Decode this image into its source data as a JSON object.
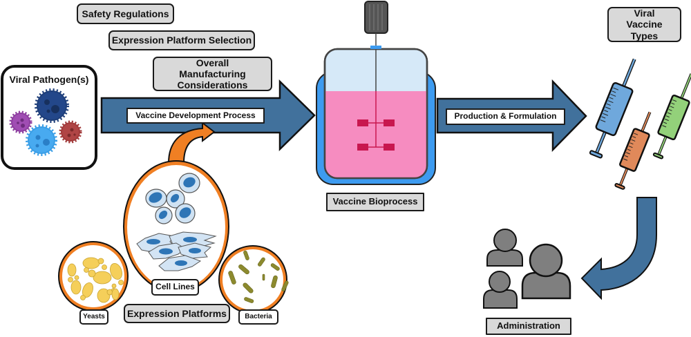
{
  "diagram": {
    "title_context": "Viral vaccine manufacturing workflow",
    "considerations": [
      "Safety Regulations",
      "Expression Platform Selection",
      "Overall Manufacturing Considerations"
    ],
    "pathogen_box": {
      "title": "Viral Pathogen(s)",
      "virus_colors": [
        "#1f3f7a",
        "#8e3fa0",
        "#3a9ee6",
        "#a23b3b"
      ]
    },
    "arrows": {
      "development": "Vaccine Development Process",
      "production": "Production & Formulation"
    },
    "bioprocess": {
      "label": "Vaccine Bioprocess"
    },
    "vaccine_types": {
      "label": "Viral Vaccine Types",
      "syringe_colors": [
        "#6fa8dc",
        "#e0895a",
        "#93d17a"
      ]
    },
    "expression_platforms": {
      "label": "Expression Platforms",
      "items": [
        "Yeasts",
        "Cell Lines",
        "Bacteria"
      ]
    },
    "administration": {
      "label": "Administration"
    },
    "colors": {
      "arrow_blue": "#41719c",
      "orange": "#f07f23",
      "label_grey": "#d9d9d9",
      "medium_pink": "#f68cc0",
      "headspace_blue": "#d6e9f8",
      "jacket_blue": "#3d9bf0",
      "impeller_red": "#c8174f",
      "person_grey": "#7f7f7f"
    }
  }
}
